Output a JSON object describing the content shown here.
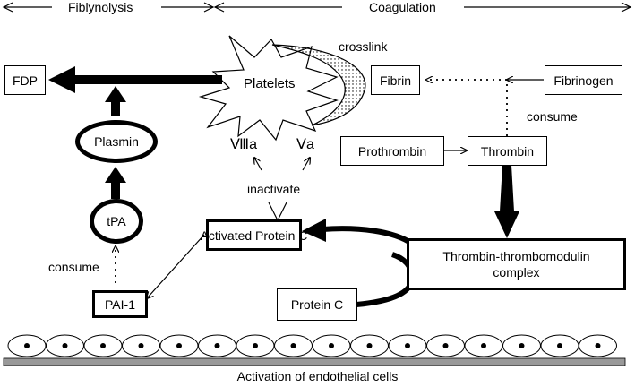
{
  "header": {
    "fibrinolysis": "Fiblynolysis",
    "coagulation": "Coagulation"
  },
  "nodes": {
    "fdp": "FDP",
    "platelets": "Platelets",
    "crosslink": "crosslink",
    "fibrin": "Fibrin",
    "fibrinogen": "Fibrinogen",
    "consume_right": "consume",
    "plasmin": "Plasmin",
    "factor8a": "Ⅷa",
    "factor5a": "Ⅴa",
    "inactivate": "inactivate",
    "prothrombin": "Prothrombin",
    "thrombin": "Thrombin",
    "tpa": "tPA",
    "activated_protein_c": "Activated Protein C",
    "thrombin_tm_complex_line1": "Thrombin-thrombomodulin",
    "thrombin_tm_complex_line2": "complex",
    "consume_left": "consume",
    "pai1": "PAI-1",
    "protein_c": "Protein C"
  },
  "footer": {
    "caption": "Activation of endothelial cells"
  }
}
